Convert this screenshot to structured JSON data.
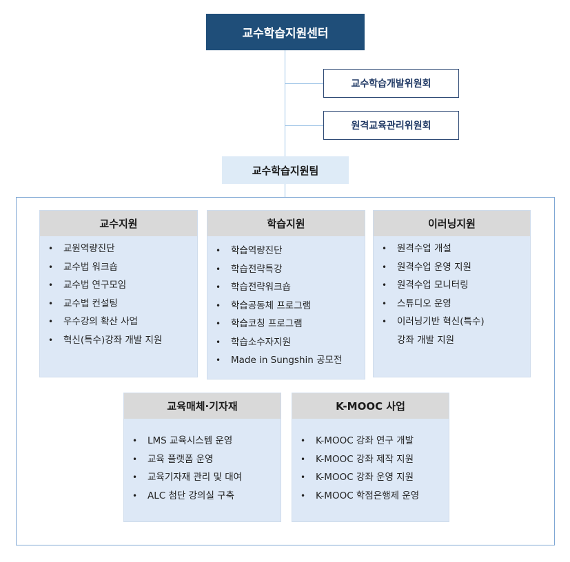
{
  "top": {
    "title": "교수학습지원센터"
  },
  "committees": [
    "교수학습개발위원회",
    "원격교육관리위원회"
  ],
  "team": {
    "title": "교수학습지원팀"
  },
  "panels": [
    {
      "title": "교수지원",
      "items": [
        "교원역량진단",
        "교수법 워크숍",
        "교수법 연구모임",
        "교수법 컨설팅",
        "우수강의 확산 사업",
        "혁신(특수)강좌 개발 지원"
      ]
    },
    {
      "title": "학습지원",
      "items": [
        "학습역량진단",
        "학습전략특강",
        "학습전략워크숍",
        "학습공동체 프로그램",
        "학습코칭 프로그램",
        "학습소수자지원",
        "Made in Sungshin 공모전"
      ]
    },
    {
      "title": "이러닝지원",
      "items": [
        "원격수업 개설",
        "원격수업 운영 지원",
        "원격수업 모니터링",
        "스튜디오 운영",
        "이러닝기반 혁신(특수)"
      ],
      "continuation": "강좌 개발 지원"
    },
    {
      "title": "교육매체·기자재",
      "items": [
        "LMS 교육시스템 운영",
        "교육 플랫폼 운영",
        "교육기자재 관리 및 대여",
        "ALC 첨단 강의실 구축"
      ]
    },
    {
      "title": "K-MOOC 사업",
      "items": [
        "K-MOOC 강좌 연구 개발",
        "K-MOOC 강좌 제작 지원",
        "K-MOOC 강좌 운영 지원",
        "K-MOOC 학점은행제 운영"
      ]
    }
  ],
  "bullet": "•"
}
